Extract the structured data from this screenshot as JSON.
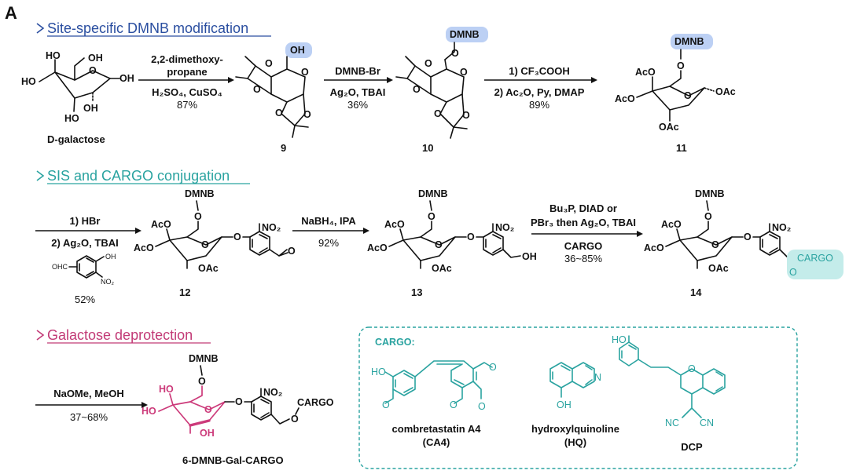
{
  "panel_label": "A",
  "colors": {
    "blue": "#2a4ea0",
    "teal": "#2aa3a0",
    "pink": "#c23a76",
    "highlight": "#bcd0f4",
    "highlight_teal": "#c4ecea"
  },
  "sections": [
    {
      "title": "Site-specific DMNB modification",
      "color": "#2a4ea0"
    },
    {
      "title": "SIS and CARGO conjugation",
      "color": "#2aa3a0"
    },
    {
      "title": "Galactose deprotection",
      "color": "#c23a76"
    }
  ],
  "row1": {
    "step1": {
      "above": [
        "2,2-dimethoxy-",
        "propane"
      ],
      "below": [
        "H₂SO₄, CuSO₄",
        "87%"
      ]
    },
    "step2": {
      "above": [
        "DMNB-Br"
      ],
      "below": [
        "Ag₂O, TBAI",
        "36%"
      ]
    },
    "step3": {
      "above": [
        "1) CF₃COOH"
      ],
      "below": [
        "2) Ac₂O, Py, DMAP",
        "89%"
      ]
    },
    "compounds": [
      "D-galactose",
      "9",
      "10",
      "11"
    ]
  },
  "row2": {
    "step1": {
      "above": [
        "1) HBr"
      ],
      "below": [
        "2) Ag₂O, TBAI"
      ],
      "reagent_yield": "52%"
    },
    "step2": {
      "above": [
        "NaBH₄, IPA"
      ],
      "below": [
        "92%"
      ]
    },
    "step3": {
      "above": [
        "Bu₃P, DIAD or",
        "PBr₃ then Ag₂O, TBAI"
      ],
      "below": [
        "CARGO",
        "36~85%"
      ]
    },
    "compounds": [
      "12",
      "13",
      "14"
    ]
  },
  "row3": {
    "step1": {
      "above": [
        "NaOMe, MeOH"
      ],
      "below": [
        "37~68%"
      ]
    },
    "product": "6-DMNB-Gal-CARGO"
  },
  "cargo_box": {
    "title": "CARGO:",
    "items": [
      {
        "name": "combretastatin A4",
        "abbr": "(CA4)"
      },
      {
        "name": "hydroxylquinoline",
        "abbr": "(HQ)"
      },
      {
        "name": "DCP",
        "abbr": ""
      }
    ]
  },
  "atoms": {
    "OH": "OH",
    "O": "O",
    "DMNB": "DMNB",
    "AcO": "AcO",
    "OAc": "OAc",
    "Ac": "Ac",
    "NO2": "NO₂",
    "CARGO": "CARGO",
    "HO": "HO",
    "OHC": "OHC",
    "NO2s": "NO₂",
    "N": "N",
    "NC": "NC",
    "CN": "CN"
  }
}
